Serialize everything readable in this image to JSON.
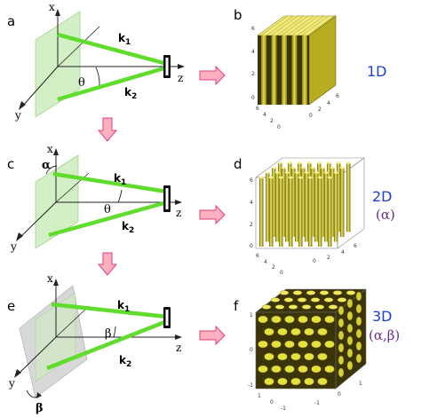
{
  "panels": {
    "a": {
      "letter": "a",
      "axis_x": "x",
      "axis_y": "y",
      "axis_z": "z",
      "k1": "k",
      "k1_sub": "1",
      "k2": "k",
      "k2_sub": "2",
      "angle": "θ"
    },
    "b": {
      "letter": "b",
      "label": "1D",
      "ticks_v": [
        "6",
        "4",
        "2",
        "0"
      ],
      "ticks_depth": [
        "6",
        "4",
        "2",
        "0"
      ],
      "ticks_h": [
        "0",
        "2",
        "4",
        "6"
      ]
    },
    "c": {
      "letter": "c",
      "axis_x": "x",
      "axis_y": "y",
      "axis_z": "z",
      "k1": "k",
      "k1_sub": "1",
      "k2": "k",
      "k2_sub": "2",
      "angle": "θ",
      "alpha": "α"
    },
    "d": {
      "letter": "d",
      "label_line1": "2D",
      "label_line2": "(α)",
      "ticks_v": [
        "6",
        "4",
        "2",
        "0"
      ],
      "ticks_depth": [
        "6",
        "4",
        "2",
        "0"
      ],
      "ticks_h": [
        "0",
        "2",
        "4",
        "6"
      ]
    },
    "e": {
      "letter": "e",
      "axis_x": "x",
      "axis_y": "y",
      "axis_z": "z",
      "k1": "k",
      "k1_sub": "1",
      "k2": "k",
      "k2_sub": "2",
      "angle": "β",
      "beta": "β"
    },
    "f": {
      "letter": "f",
      "label_line1": "3D",
      "label_line2": "(α,β)",
      "ticks_v": [
        "1",
        "0",
        "-1"
      ],
      "ticks_depth": [
        "1",
        "0",
        "-1"
      ],
      "ticks_h": [
        "-1",
        "0",
        "1"
      ]
    }
  },
  "colors": {
    "beam": "#5fdc2c",
    "plane": "#cfeec0",
    "plane_edge": "#9ccf84",
    "tilted_plane": "#d2d2d2",
    "arrow_fill": "#ffb0c0",
    "arrow_edge": "#e0407a",
    "label_blue": "#1f3fd0",
    "label_purple": "#6b2b8f",
    "structure": "#e2dc3c",
    "structure_dark": "#7a6f10"
  }
}
